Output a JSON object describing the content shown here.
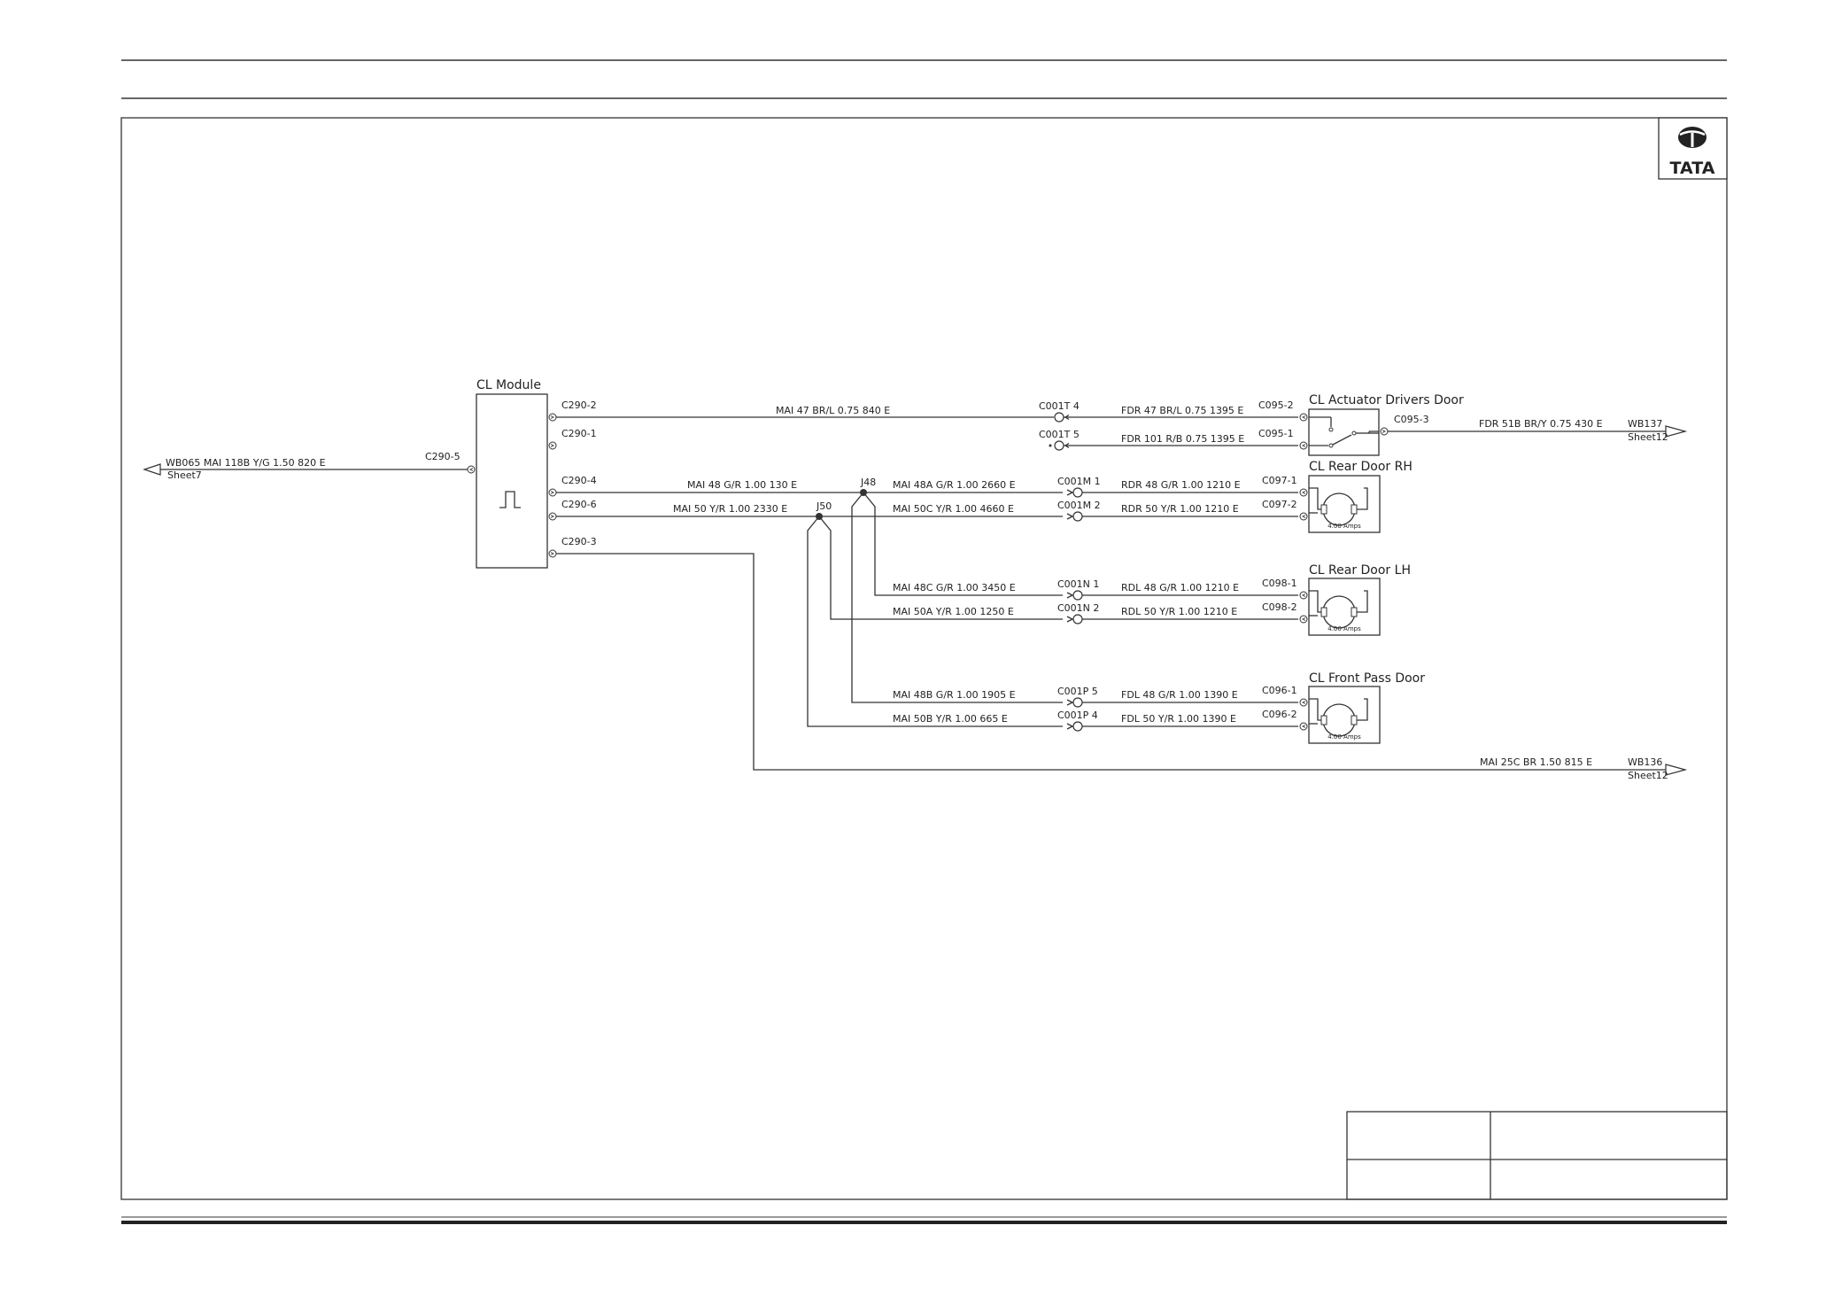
{
  "logo": {
    "text": "TATA"
  },
  "module": {
    "title": "CL Module",
    "pins": {
      "p2": "C290-2",
      "p1": "C290-1",
      "p5": "C290-5",
      "p4": "C290-4",
      "p6": "C290-6",
      "p3": "C290-3"
    }
  },
  "left_offpage": {
    "wire": "WB065  MAI   118B  Y/G  1.50  820  E",
    "sheet": "Sheet7"
  },
  "wires": {
    "w47": "MAI      47  BR/L  0.75  840  E",
    "w48": "MAI  48  G/R  1.00  130  E",
    "w50": "MAI    50  Y/R  1.00  2330  E",
    "w48A": "MAI     48A  G/R  1.00  2660  E",
    "w50C": "MAI     50C  Y/R  1.00  4660  E",
    "w48C": "MAI     48C  G/R  1.00  3450  E",
    "w50A": "MAI     50A  Y/R  1.00  1250  E",
    "w48B": "MAI     48B  G/R  1.00  1905  E",
    "w50B": "MAI     50B  Y/R  1.00  665  E",
    "fdr47": "FDR   47  BR/L  0.75  1395  E",
    "fdr101": "FDR   101  R/B  0.75  1395  E",
    "rdr48": "RDR   48  G/R  1.00  1210  E",
    "rdr50": "RDR   50  Y/R  1.00  1210  E",
    "rdl48": "RDL   48  G/R  1.00  1210  E",
    "rdl50": "RDL   50  Y/R  1.00  1210  E",
    "fdl48": "FDL   48  G/R  1.00  1390  E",
    "fdl50": "FDL   50  Y/R  1.00  1390  E",
    "fdr51": "FDR  51B  BR/Y  0.75  430  E",
    "mai25": "MAI  25C  BR  1.50  815  E"
  },
  "splices": {
    "j48": "J48",
    "j50": "J50"
  },
  "inline": {
    "t4": "C001T  4",
    "t5": "C001T  5",
    "m1": "C001M  1",
    "m2": "C001M  2",
    "n1": "C001N  1",
    "n2": "C001N  2",
    "p5": "C001P  5",
    "p4": "C001P  4"
  },
  "components": {
    "actuator": {
      "title": "CL Actuator Drivers Door",
      "pinA": "C095-2",
      "pinB": "C095-1",
      "pinC": "C095-3"
    },
    "rear_rh": {
      "title": "CL Rear Door RH",
      "pinA": "C097-1",
      "pinB": "C097-2",
      "rating": "4.00 Amps"
    },
    "rear_lh": {
      "title": "CL Rear Door LH",
      "pinA": "C098-1",
      "pinB": "C098-2",
      "rating": "4.00 Amps"
    },
    "front_pass": {
      "title": "CL Front Pass Door",
      "pinA": "C096-1",
      "pinB": "C096-2",
      "rating": "4.00 Amps"
    }
  },
  "right_offpage": {
    "wb137": {
      "id": "WB137",
      "sheet": "Sheet12"
    },
    "wb136": {
      "id": "WB136",
      "sheet": "Sheet12"
    }
  }
}
